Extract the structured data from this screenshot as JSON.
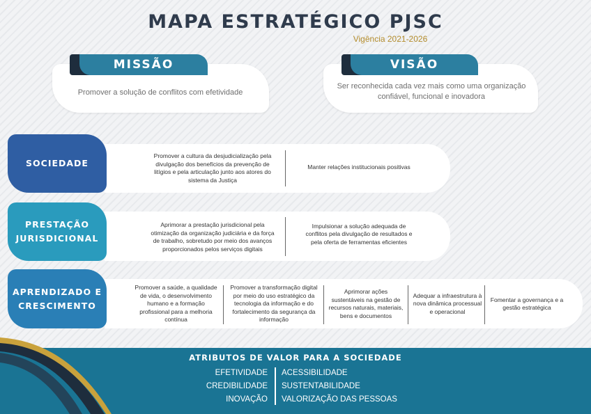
{
  "header": {
    "title": "MAPA ESTRATÉGICO PJSC",
    "subtitle": "Vigência 2021-2026"
  },
  "missao": {
    "label": "MISSÃO",
    "text": "Promover a solução de conflitos com efetividade"
  },
  "visao": {
    "label": "VISÃO",
    "text": "Ser reconhecida cada vez mais como uma organização confiável, funcional e inovadora"
  },
  "perspectives": [
    {
      "label": "SOCIEDADE",
      "color": "#2f5ea3",
      "objectives": [
        "Promover a cultura da desjudicialização pela divulgação dos benefícios da prevenção de litígios e pela articulação junto aos atores do sistema da Justiça",
        "Manter relações institucionais positivas"
      ]
    },
    {
      "label": "PRESTAÇÃO JURISDICIONAL",
      "color": "#2a9bbd",
      "objectives": [
        "Aprimorar a prestação jurisdicional pela otimização da organização judiciária e da força de trabalho, sobretudo por meio dos avanços proporcionados pelos serviços digitais",
        "Impulsionar a solução adequada de conflitos pela divulgação de resultados e pela oferta de ferramentas eficientes"
      ]
    },
    {
      "label": "APRENDIZADO E CRESCIMENTO",
      "color": "#2a7fb6",
      "objectives": [
        "Promover a saúde, a qualidade de vida, o desenvolvimento humano e a formação profissional para a melhoria contínua",
        "Promover a transformação digital por meio do uso estratégico da tecnologia da informação e do fortalecimento da segurança da informação",
        "Aprimorar ações sustentáveis na gestão de recursos naturais, materiais, bens e documentos",
        "Adequar a infraestrutura à nova dinâmica processual e operacional",
        "Fomentar a governança e a gestão estratégica"
      ]
    }
  ],
  "footer": {
    "title": "ATRIBUTOS DE VALOR PARA A SOCIEDADE",
    "left": [
      "EFETIVIDADE",
      "CREDIBILIDADE",
      "INOVAÇÃO"
    ],
    "right": [
      "ACESSIBILIDADE",
      "SUSTENTABILIDADE",
      "VALORIZAÇÃO DAS PESSOAS"
    ],
    "band_color": "#1a7494",
    "accent": "#c9a23c"
  }
}
